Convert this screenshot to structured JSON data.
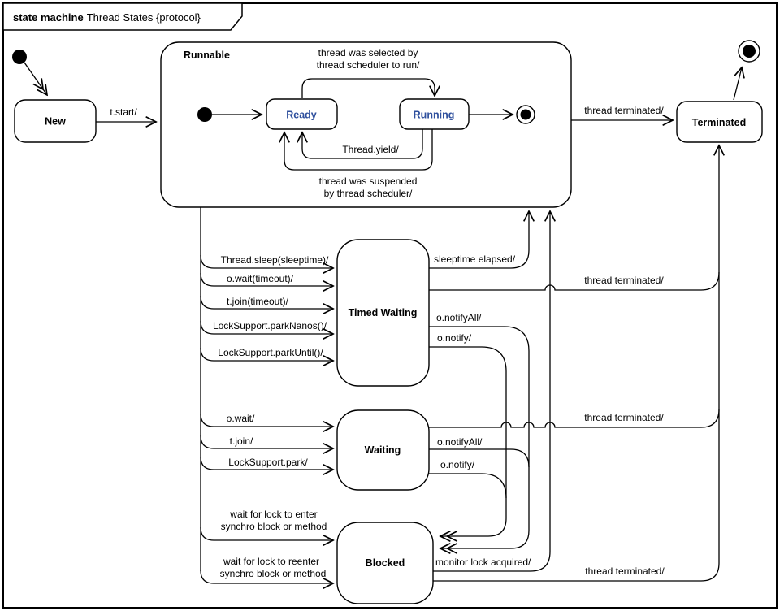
{
  "frame": {
    "keyword": "state machine",
    "name": "Thread States {protocol}"
  },
  "colors": {
    "substate_label": "#2e4f9d",
    "line": "#000000",
    "background": "#ffffff"
  },
  "states": {
    "new": "New",
    "runnable": "Runnable",
    "ready": "Ready",
    "running": "Running",
    "terminated": "Terminated",
    "timed_waiting": "Timed Waiting",
    "waiting": "Waiting",
    "blocked": "Blocked"
  },
  "transitions": {
    "t_start": "t.start/",
    "selected": [
      "thread was selected by",
      "thread scheduler to run/"
    ],
    "yield": "Thread.yield/",
    "suspended": [
      "thread was suspended",
      "by thread scheduler/"
    ],
    "runnable_terminated": "thread terminated/",
    "sleep": "Thread.sleep(sleeptime)/",
    "wait_timeout": "o.wait(timeout)/",
    "join_timeout": "t.join(timeout)/",
    "park_nanos": "LockSupport.parkNanos()/",
    "park_until": "LockSupport.parkUntil()/",
    "sleeptime_elapsed": "sleeptime elapsed/",
    "tw_terminated": "thread terminated/",
    "tw_notify_all": "o.notifyAll/",
    "tw_notify": "o.notify/",
    "o_wait": "o.wait/",
    "t_join": "t.join/",
    "lock_support_park": "LockSupport.park/",
    "w_notify_all": "o.notifyAll/",
    "w_notify": "o.notify/",
    "w_terminated": "thread terminated/",
    "lock_enter": [
      "wait for lock to enter",
      "synchro block or method"
    ],
    "lock_reenter": [
      "wait for lock to reenter",
      "synchro block or method"
    ],
    "monitor_lock": "monitor lock acquired/",
    "b_terminated": "thread terminated/"
  }
}
